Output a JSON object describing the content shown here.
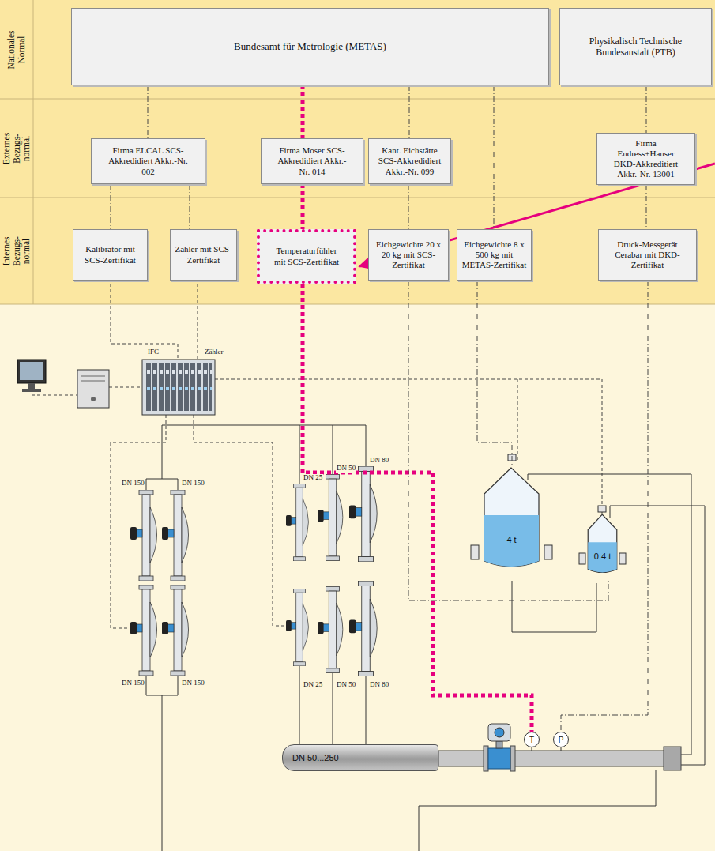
{
  "diagram": {
    "nodes": [
      {
        "text": [
          "Nationales Normal"
        ]
      },
      {
        "text": [
          "Bundesamt für Metrologie (METAS)"
        ],
        "in": 0
      },
      {
        "text": [
          "Physikalisch Technische Bundesanstalt (PTB)"
        ],
        "in": 0
      },
      {
        "text": [
          "Externes Bezugs-normal"
        ]
      },
      {
        "text": [
          "Firma ELCAL SCS-Akkredidiert Akkr.-Nr. 002"
        ],
        "in": 3
      },
      {
        "text": [
          "Firma Moser SCS-Akkredidiert Akkr.-Nr. 014"
        ],
        "in": 3
      },
      {
        "text": [
          "Kant. Eichstätte SCS-Akkredidiert Akkr.-Nr. 099"
        ],
        "in": 3
      },
      {
        "text": [
          "Firma Endress+Hauser DKD-Akkreditiert Akkr.-Nr. 13001"
        ],
        "in": 3
      },
      {
        "text": [
          "Internes Bezugs-normal"
        ]
      },
      {
        "text": [
          "Kalibrator mit SCS-Zertifikat"
        ],
        "in": 8
      },
      {
        "text": [
          "Zähler mit SCS-Zertifikat"
        ],
        "in": 8
      },
      {
        "text": [
          "Temperaturfühler mit SCS-Zertifikat"
        ],
        "in": 8
      },
      {
        "text": [
          "Eichgewichte 20 x 20 kg mit SCS-Zertifikat"
        ],
        "in": 8
      },
      {
        "text": [
          "Eichgewichte 8 x 500 kg mit METAS-Zertifikat"
        ],
        "in": 8
      },
      {
        "text": [
          "Druck-Messgerät Cerabar mit DKD-Zertifikat"
        ],
        "in": 8
      },
      {
        "text": [
          "4 t"
        ]
      },
      {
        "text": [
          "0.4 t"
        ]
      },
      {
        "text": [
          "DN 50...250"
        ]
      },
      {
        "text": [
          "T"
        ]
      },
      {
        "text": [
          "P"
        ]
      }
    ],
    "edges": [
      {
        "from": 1,
        "to": 4,
        "arrow": "none"
      },
      {
        "from": 1,
        "to": 5,
        "arrow": "none"
      },
      {
        "from": 1,
        "to": 6,
        "arrow": "none"
      },
      {
        "from": 1,
        "to": 13,
        "arrow": "none"
      },
      {
        "from": 2,
        "to": 7,
        "arrow": "none"
      },
      {
        "from": 4,
        "to": 9,
        "arrow": "none"
      },
      {
        "from": 4,
        "to": 10,
        "arrow": "none"
      },
      {
        "from": 5,
        "to": 11,
        "arrow": "none"
      },
      {
        "from": 6,
        "to": 12,
        "arrow": "none"
      },
      {
        "from": 7,
        "to": 14,
        "arrow": "none"
      },
      {
        "from": 11,
        "to": 18,
        "arrow": "none"
      },
      {
        "from": 14,
        "to": 19,
        "arrow": "none"
      },
      {
        "from": 12,
        "to": 16,
        "arrow": "none"
      },
      {
        "from": 13,
        "to": 15,
        "arrow": "none"
      }
    ],
    "labels": [
      "IFC",
      "Zähler",
      "DN 150",
      "DN 150",
      "DN 25",
      "DN 50",
      "DN 80",
      "DN 150",
      "DN 150",
      "DN 25",
      "DN 50",
      "DN 80"
    ]
  }
}
